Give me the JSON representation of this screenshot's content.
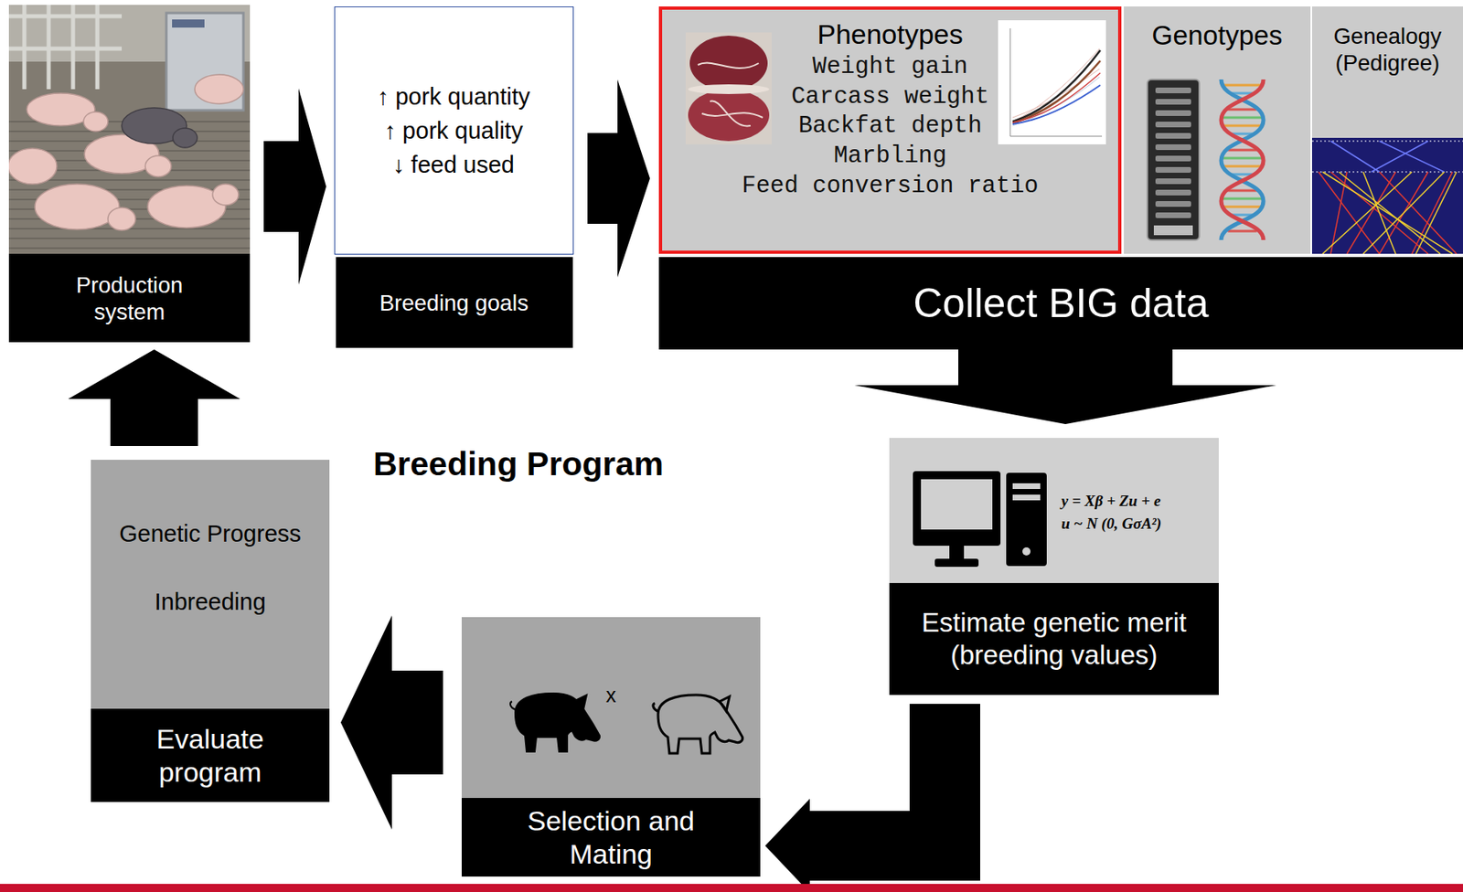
{
  "diagram": {
    "title": "Breeding Program",
    "nodes": [
      {
        "text": [
          "Production system"
        ]
      },
      {
        "text": [
          "Breeding goals"
        ]
      },
      {
        "text": [
          "↑ pork quantity",
          "↑ pork quality",
          "↓ feed used"
        ],
        "in": 1
      },
      {
        "text": [
          "Collect BIG data"
        ]
      },
      {
        "text": [
          "Phenotypes",
          "Weight gain",
          "Carcass weight",
          "Backfat depth",
          "Marbling",
          "Feed conversion ratio"
        ],
        "in": 3
      },
      {
        "text": [
          "Genotypes"
        ],
        "in": 3
      },
      {
        "text": [
          "Genealogy (Pedigree)"
        ],
        "in": 3
      },
      {
        "text": [
          "y = Xβ + Zu + e",
          "u ~ N (0, GσA²)",
          "Estimate genetic merit (breeding values)"
        ]
      },
      {
        "text": [
          "x",
          "Selection and Mating"
        ]
      },
      {
        "text": [
          "Genetic Progress",
          "Inbreeding",
          "Evaluate program"
        ]
      }
    ],
    "edges": [
      {
        "from": 0,
        "to": 1,
        "arrow": "to"
      },
      {
        "from": 1,
        "to": 3,
        "arrow": "to"
      },
      {
        "from": 3,
        "to": 7,
        "arrow": "to"
      },
      {
        "from": 7,
        "to": 8,
        "arrow": "to"
      },
      {
        "from": 8,
        "to": 9,
        "arrow": "to"
      },
      {
        "from": 9,
        "to": 0,
        "arrow": "to"
      }
    ]
  }
}
